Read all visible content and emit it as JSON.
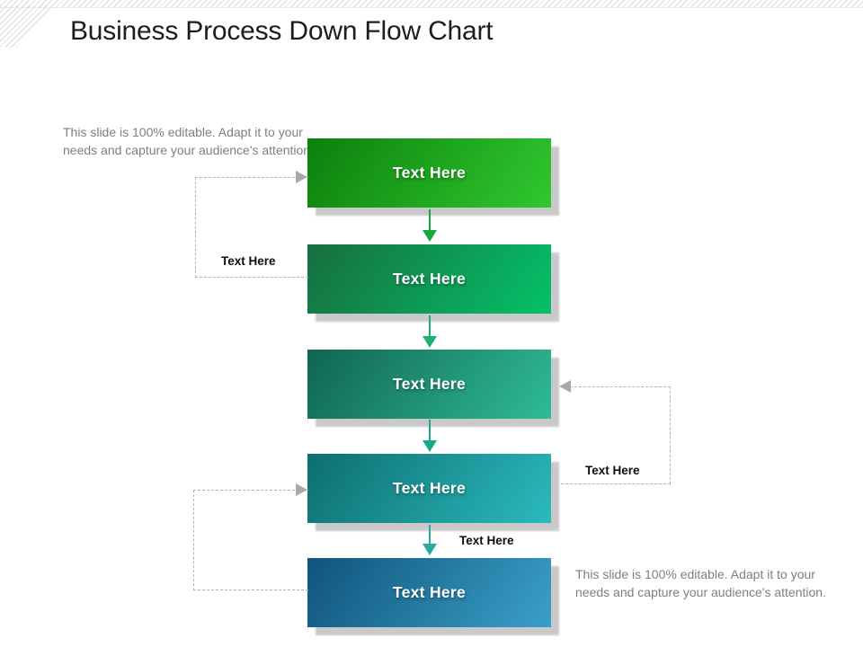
{
  "slide": {
    "title": "Business Process Down Flow Chart"
  },
  "notes": {
    "top_left": {
      "line1": "This slide is 100% editable. Adapt it to your",
      "line2": "needs and capture your audience's attention."
    },
    "bottom_right": {
      "line1": "This slide is 100% editable. Adapt it to your",
      "line2": "needs and capture your audience's attention."
    }
  },
  "flow": {
    "boxes": [
      {
        "label": "Text Here",
        "color_start": "#0c800c",
        "color_end": "#30c830"
      },
      {
        "label": "Text Here",
        "color_start": "#176e3e",
        "color_end": "#04c169"
      },
      {
        "label": "Text Here",
        "color_start": "#106550",
        "color_end": "#2fbb97"
      },
      {
        "label": "Text Here",
        "color_start": "#0d6e70",
        "color_end": "#2bbabd"
      },
      {
        "label": "Text Here",
        "color_start": "#10547c",
        "color_end": "#3aa0c8"
      }
    ],
    "arrows": [
      {
        "color": "#17a73b"
      },
      {
        "color": "#1cb173"
      },
      {
        "color": "#1ca98b"
      },
      {
        "color": "#2ba8a4"
      }
    ],
    "connector_labels": {
      "left_top": "Text Here",
      "right": "Text Here",
      "bottom_center": "Text Here"
    },
    "style": {
      "shadow_color": "#c9c9c9",
      "dash_color": "#b3b3b3",
      "connector_arrow_color": "#a9a9a9",
      "label_text_color": "#ffffff"
    }
  }
}
